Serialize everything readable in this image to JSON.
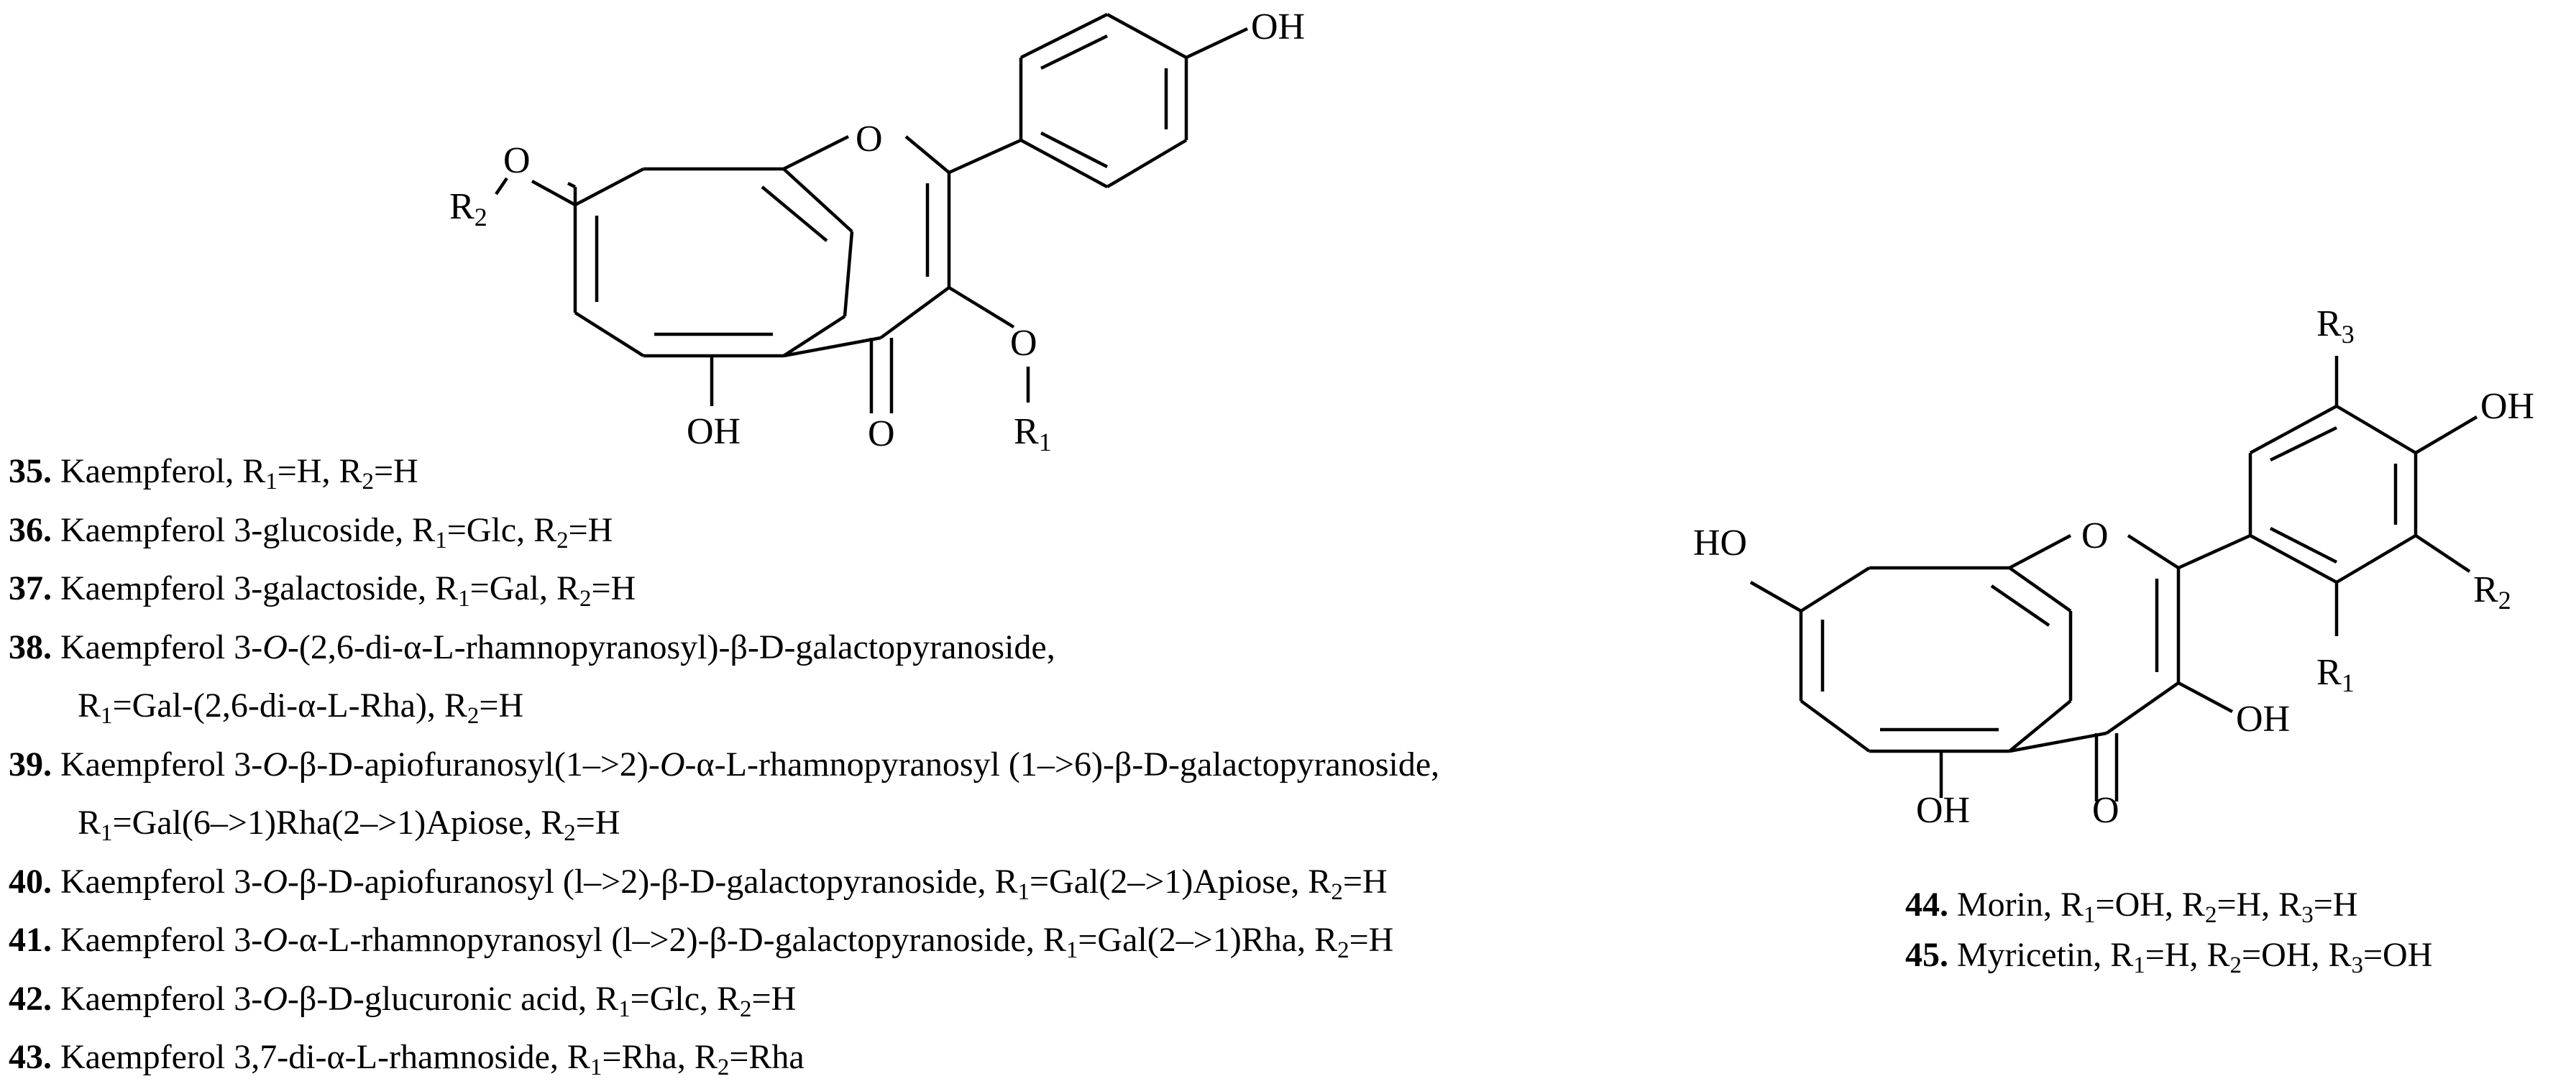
{
  "structure_a": {
    "atoms": {
      "oh_top": "OH",
      "o_ring": "O",
      "o_ether": "O",
      "r2": "R",
      "r2_sub": "2",
      "o_3": "O",
      "r1": "R",
      "r1_sub": "1",
      "oh_5": "OH",
      "o_carbonyl": "O"
    }
  },
  "structure_b": {
    "atoms": {
      "r3": "R",
      "r3_sub": "3",
      "oh_4p": "OH",
      "ho_7": "HO",
      "o_ring": "O",
      "r2": "R",
      "r2_sub": "2",
      "r1": "R",
      "r1_sub": "1",
      "oh_3": "OH",
      "oh_5": "OH",
      "o_carbonyl": "O"
    }
  },
  "list_left": [
    {
      "num": "35.",
      "parts": [
        [
          "t",
          "Kaempferol, R"
        ],
        [
          "s",
          "1"
        ],
        [
          "t",
          "=H, R"
        ],
        [
          "s",
          "2"
        ],
        [
          "t",
          "=H"
        ]
      ]
    },
    {
      "num": "36.",
      "parts": [
        [
          "t",
          "Kaempferol 3-glucoside, R"
        ],
        [
          "s",
          "1"
        ],
        [
          "t",
          "=Glc, R"
        ],
        [
          "s",
          "2"
        ],
        [
          "t",
          "=H"
        ]
      ]
    },
    {
      "num": "37.",
      "parts": [
        [
          "t",
          "Kaempferol 3-galactoside, R"
        ],
        [
          "s",
          "1"
        ],
        [
          "t",
          "=Gal, R"
        ],
        [
          "s",
          "2"
        ],
        [
          "t",
          "=H"
        ]
      ]
    },
    {
      "num": "38.",
      "parts": [
        [
          "t",
          "Kaempferol 3-"
        ],
        [
          "i",
          "O"
        ],
        [
          "t",
          "-(2,6-di-α-L-rhamnopyranosyl)-β-D-galactopyranoside,"
        ]
      ]
    },
    {
      "num": "",
      "parts": [
        [
          "t",
          "R"
        ],
        [
          "s",
          "1"
        ],
        [
          "t",
          "=Gal-(2,6-di-α-L-Rha), R"
        ],
        [
          "s",
          "2"
        ],
        [
          "t",
          "=H"
        ]
      ]
    },
    {
      "num": "39.",
      "parts": [
        [
          "t",
          "Kaempferol 3-"
        ],
        [
          "i",
          "O"
        ],
        [
          "t",
          "-β-D-apiofuranosyl(1–>2)-"
        ],
        [
          "i",
          "O"
        ],
        [
          "t",
          "-α-L-rhamnopyranosyl (1–>6)-β-D-galactopyranoside,"
        ]
      ]
    },
    {
      "num": "",
      "parts": [
        [
          "t",
          "R"
        ],
        [
          "s",
          "1"
        ],
        [
          "t",
          "=Gal(6–>1)Rha(2–>1)Apiose, R"
        ],
        [
          "s",
          "2"
        ],
        [
          "t",
          "=H"
        ]
      ]
    },
    {
      "num": "40.",
      "parts": [
        [
          "t",
          "Kaempferol 3-"
        ],
        [
          "i",
          "O"
        ],
        [
          "t",
          "-β-D-apiofuranosyl (l–>2)-β-D-galactopyranoside, R"
        ],
        [
          "s",
          "1"
        ],
        [
          "t",
          "=Gal(2–>1)Apiose, R"
        ],
        [
          "s",
          "2"
        ],
        [
          "t",
          "=H"
        ]
      ]
    },
    {
      "num": "41.",
      "parts": [
        [
          "t",
          "Kaempferol 3-"
        ],
        [
          "i",
          "O"
        ],
        [
          "t",
          "-α-L-rhamnopyranosyl (l–>2)-β-D-galactopyranoside, R"
        ],
        [
          "s",
          "1"
        ],
        [
          "t",
          "=Gal(2–>1)Rha, R"
        ],
        [
          "s",
          "2"
        ],
        [
          "t",
          "=H"
        ]
      ]
    },
    {
      "num": "42.",
      "parts": [
        [
          "t",
          "Kaempferol 3-"
        ],
        [
          "i",
          "O"
        ],
        [
          "t",
          "-β-D-glucuronic acid, R"
        ],
        [
          "s",
          "1"
        ],
        [
          "t",
          "=Glc, R"
        ],
        [
          "s",
          "2"
        ],
        [
          "t",
          "=H"
        ]
      ]
    },
    {
      "num": "43.",
      "parts": [
        [
          "t",
          "Kaempferol 3,7-di-α-L-rhamnoside, R"
        ],
        [
          "s",
          "1"
        ],
        [
          "t",
          "=Rha, R"
        ],
        [
          "s",
          "2"
        ],
        [
          "t",
          "=Rha"
        ]
      ]
    }
  ],
  "list_right": [
    {
      "num": "44.",
      "parts": [
        [
          "t",
          "Morin, R"
        ],
        [
          "s",
          "1"
        ],
        [
          "t",
          "=OH, R"
        ],
        [
          "s",
          "2"
        ],
        [
          "t",
          "=H, R"
        ],
        [
          "s",
          "3"
        ],
        [
          "t",
          "=H"
        ]
      ]
    },
    {
      "num": "45.",
      "parts": [
        [
          "t",
          "Myricetin, R"
        ],
        [
          "s",
          "1"
        ],
        [
          "t",
          "=H, R"
        ],
        [
          "s",
          "2"
        ],
        [
          "t",
          "=OH, R"
        ],
        [
          "s",
          "3"
        ],
        [
          "t",
          "=OH"
        ]
      ]
    }
  ]
}
